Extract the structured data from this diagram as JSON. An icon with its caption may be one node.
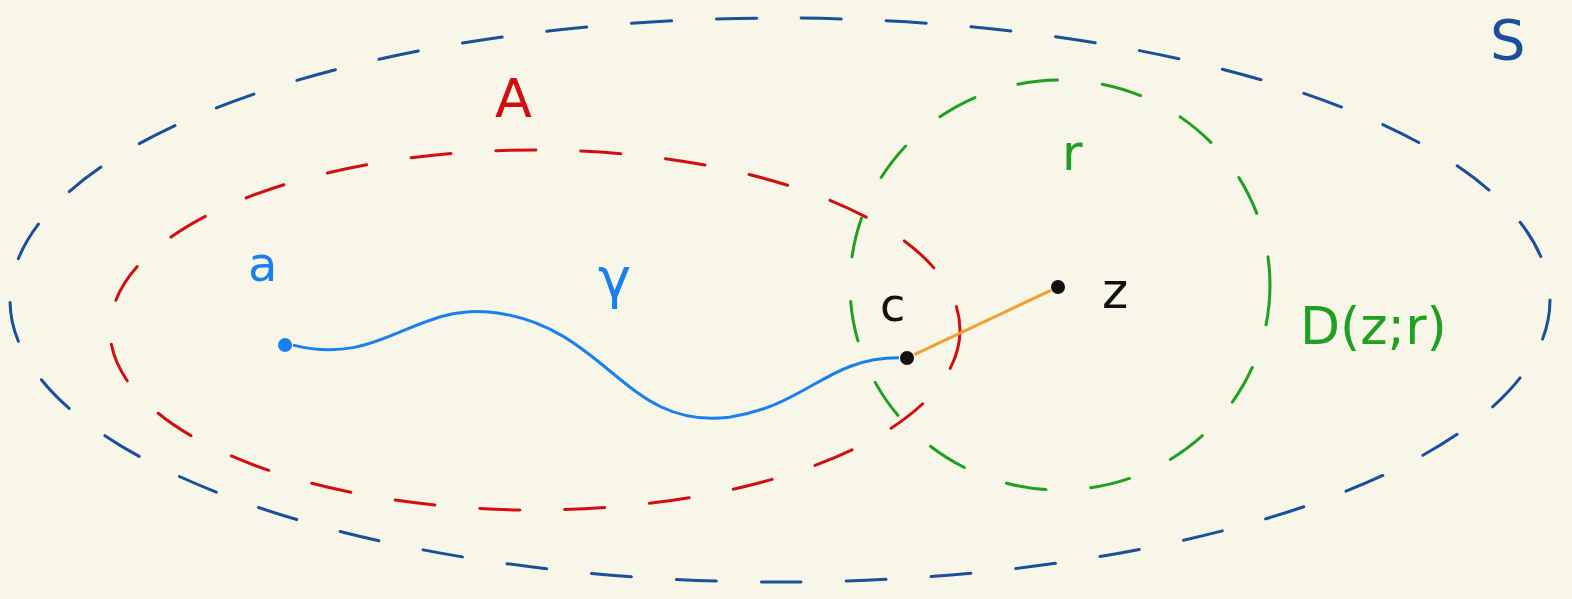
{
  "diagram": {
    "nodes": [
      {
        "text": [
          "S"
        ]
      },
      {
        "text": [
          "A"
        ],
        "in": 0
      },
      {
        "text": [
          "D(z;r)"
        ],
        "in": 0
      },
      {
        "text": [
          "a"
        ],
        "in": 1
      },
      {
        "text": [
          "c"
        ]
      },
      {
        "text": [
          "z"
        ],
        "in": 2
      }
    ],
    "edges": [
      {
        "from": 3,
        "to": 4,
        "arrow": "none",
        "label": "γ",
        "color": "#1a80f0"
      },
      {
        "from": 4,
        "to": 5,
        "arrow": "none",
        "color": "#f0a030"
      }
    ],
    "labels": [
      "r"
    ]
  }
}
